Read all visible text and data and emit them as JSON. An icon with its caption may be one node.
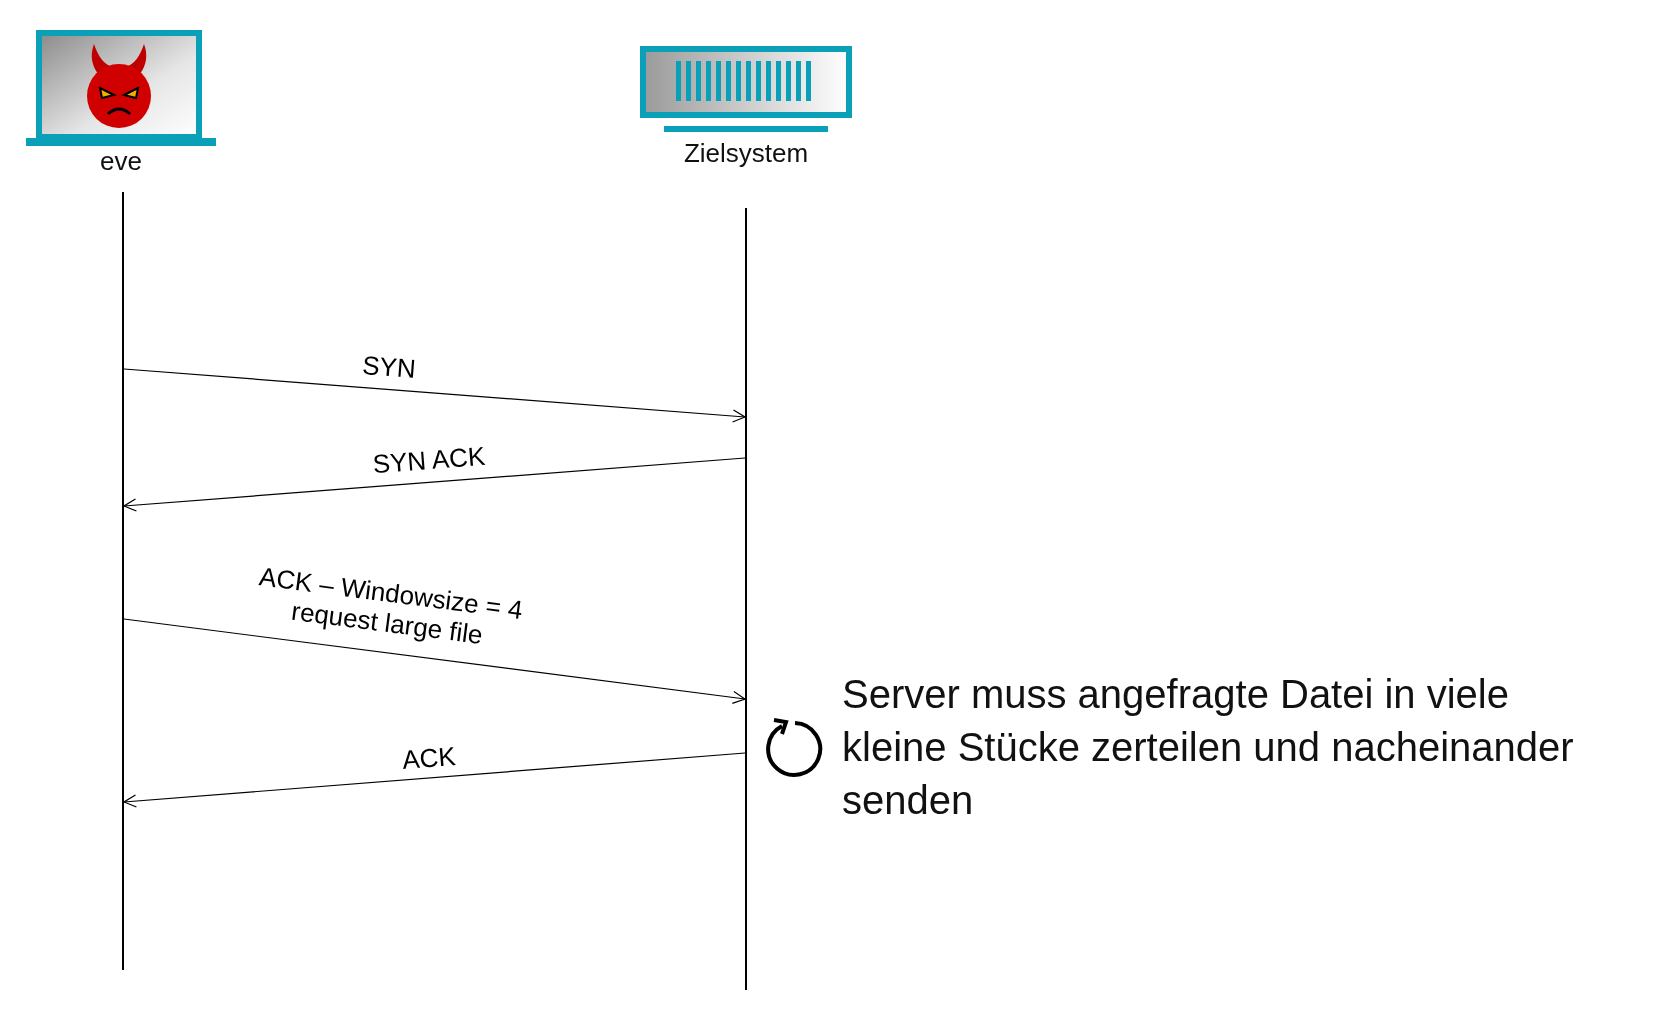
{
  "diagram": {
    "nodes": [
      {
        "text": [
          "eve"
        ]
      },
      {
        "text": [
          "Zielsystem"
        ]
      }
    ],
    "edges": [
      {
        "from": 0,
        "to": 1,
        "arrow": "to",
        "label": "SYN"
      },
      {
        "from": 1,
        "to": 0,
        "arrow": "to",
        "label": "SYN ACK"
      },
      {
        "from": 0,
        "to": 1,
        "arrow": "to",
        "label": "ACK – Windowsize = 4 request large file"
      },
      {
        "from": 1,
        "to": 0,
        "arrow": "to",
        "label": "ACK"
      }
    ],
    "labels": [
      "Server muss angefragte Datei in viele kleine Stücke zerteilen und nacheinander senden"
    ]
  }
}
